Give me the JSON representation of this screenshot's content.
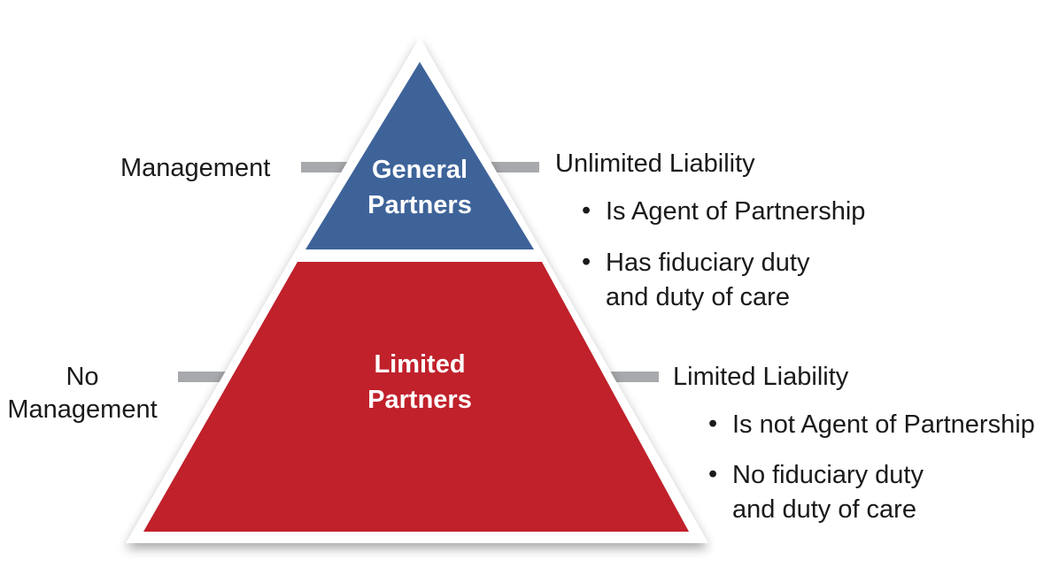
{
  "pyramid": {
    "top_tier": {
      "label_line1": "General",
      "label_line2": "Partners",
      "color": "#3e6399"
    },
    "bottom_tier": {
      "label_line1": "Limited",
      "label_line2": "Partners",
      "color": "#c0212b"
    },
    "outline_color": "#ffffff",
    "connector_color": "#a7a9ac"
  },
  "left": {
    "top_label": "Management",
    "bottom_label_line1": "No",
    "bottom_label_line2": "Management"
  },
  "right": {
    "top_heading": "Unlimited Liability",
    "top_bullets": [
      {
        "line1": "Is Agent of Partnership",
        "line2": ""
      },
      {
        "line1": "Has fiduciary duty",
        "line2": "and duty of care"
      }
    ],
    "bottom_heading": "Limited Liability",
    "bottom_bullets": [
      {
        "line1": "Is not Agent of Partnership",
        "line2": ""
      },
      {
        "line1": "No fiduciary duty",
        "line2": "and duty of care"
      }
    ]
  }
}
